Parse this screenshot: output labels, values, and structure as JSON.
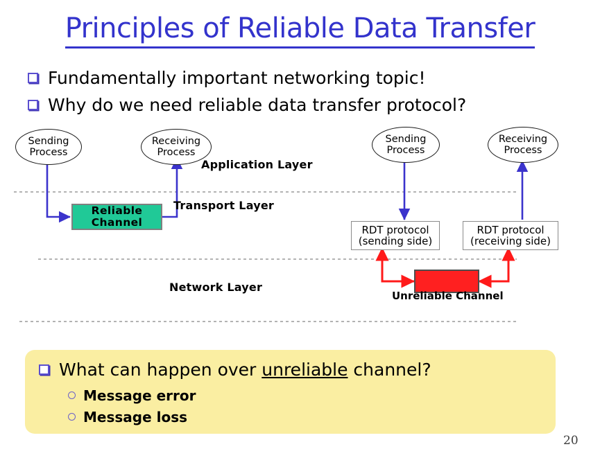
{
  "slide": {
    "title": "Principles of Reliable Data Transfer",
    "page_number": "20"
  },
  "bullets": [
    {
      "marker": "square-bullet",
      "text": "Fundamentally important networking topic!"
    },
    {
      "marker": "square-bullet",
      "text": "Why do we need reliable data transfer protocol?"
    }
  ],
  "diagram": {
    "layers": [
      {
        "label": "Application Layer"
      },
      {
        "label": "Transport Layer"
      },
      {
        "label": "Network Layer"
      }
    ],
    "processes": [
      {
        "line1": "Sending",
        "line2": "Process"
      },
      {
        "line1": "Receiving",
        "line2": "Process"
      },
      {
        "line1": "Sending",
        "line2": "Process"
      },
      {
        "line1": "Receiving",
        "line2": "Process"
      }
    ],
    "reliable_channel": {
      "label": "Reliable Channel",
      "color": "#20c997"
    },
    "rdt_boxes": [
      {
        "line1": "RDT protocol",
        "line2": "(sending side)"
      },
      {
        "line1": "RDT protocol",
        "line2": "(receiving side)"
      }
    ],
    "unreliable_channel": {
      "label": "Unreliable Channel",
      "color": "#ff2020"
    },
    "arrow_colors": {
      "reliable_path": "#3b33cc",
      "unreliable_path": "#ff1a1a"
    }
  },
  "callout": {
    "background": "#faeea2",
    "question_prefix": "What can happen over ",
    "question_emphasis": "unreliable",
    "question_suffix": " channel?",
    "items": [
      {
        "marker": "circle-bullet",
        "text": "Message error"
      },
      {
        "marker": "circle-bullet",
        "text": "Message loss"
      }
    ]
  }
}
